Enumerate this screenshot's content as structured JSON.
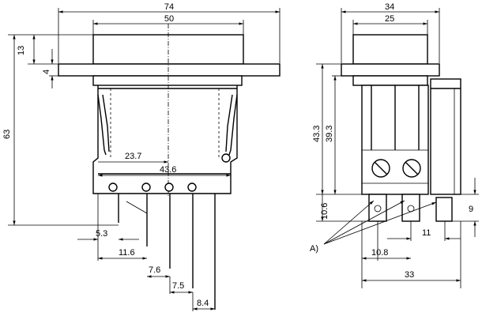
{
  "front_view": {
    "dims": {
      "overall_width": "74",
      "cap_width": "50",
      "cap_height": "13",
      "flange_thickness": "4",
      "overall_height": "63",
      "dim_23_7": "23.7",
      "dim_43_6": "43.6",
      "dim_5_3": "5.3",
      "dim_11_6": "11.6",
      "dim_7_6": "7.6",
      "dim_7_5": "7.5",
      "dim_8_4": "8.4"
    }
  },
  "side_view": {
    "dims": {
      "overall_width": "34",
      "cap_width": "25",
      "height_43_3": "43.3",
      "height_39_3": "39.3",
      "terminal_10_6": "10.6",
      "terminal_9": "9",
      "dim_11": "11",
      "dim_10_8": "10.8",
      "dim_33": "33"
    },
    "callout": "A)"
  }
}
